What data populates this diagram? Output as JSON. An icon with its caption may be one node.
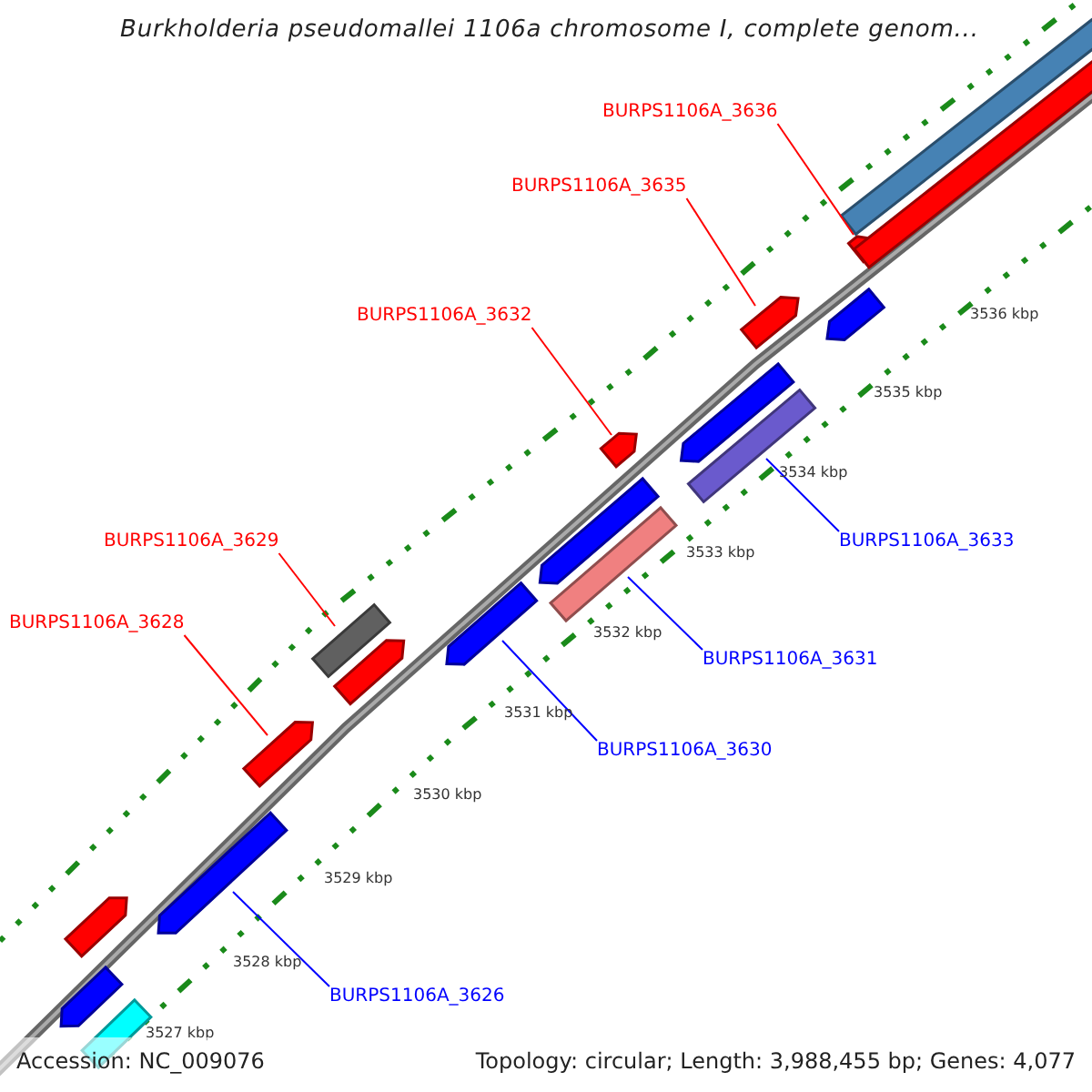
{
  "diagram": {
    "title": "Burkholderia pseudomallei 1106a chromosome I, complete genom...",
    "nodes": [
      {
        "text": [
          "BURPS1106A_3636"
        ]
      },
      {
        "text": [],
        "shape": "arrow"
      },
      {
        "text": [
          "BURPS1106A_3635"
        ]
      },
      {
        "text": [],
        "shape": "arrow"
      },
      {
        "text": [
          "BURPS1106A_3632"
        ]
      },
      {
        "text": [],
        "shape": "arrow"
      },
      {
        "text": [
          "BURPS1106A_3633"
        ]
      },
      {
        "text": [],
        "shape": "bar"
      },
      {
        "text": [
          "BURPS1106A_3629"
        ]
      },
      {
        "text": [],
        "shape": "bar"
      },
      {
        "text": [
          "BURPS1106A_3631"
        ]
      },
      {
        "text": [],
        "shape": "bar"
      },
      {
        "text": [
          "BURPS1106A_3628"
        ]
      },
      {
        "text": [],
        "shape": "arrow"
      },
      {
        "text": [
          "BURPS1106A_3630"
        ]
      },
      {
        "text": [],
        "shape": "arrow"
      },
      {
        "text": [
          "BURPS1106A_3626"
        ]
      },
      {
        "text": [],
        "shape": "arrow"
      },
      {
        "text": [],
        "shape": "bar"
      },
      {
        "text": [],
        "shape": "bar"
      },
      {
        "text": [],
        "shape": "arrow"
      },
      {
        "text": [],
        "shape": "arrow"
      },
      {
        "text": [],
        "shape": "arrow"
      },
      {
        "text": [],
        "shape": "arrow"
      },
      {
        "text": [],
        "shape": "arrow"
      },
      {
        "text": [],
        "shape": "arrow"
      },
      {
        "text": [],
        "shape": "bar"
      }
    ],
    "edges": [
      {
        "from": 0,
        "to": 1,
        "arrow": "none"
      },
      {
        "from": 2,
        "to": 3,
        "arrow": "none"
      },
      {
        "from": 4,
        "to": 5,
        "arrow": "none"
      },
      {
        "from": 6,
        "to": 7,
        "arrow": "none",
        "color": "#0000ff"
      },
      {
        "from": 8,
        "to": 9,
        "arrow": "none"
      },
      {
        "from": 10,
        "to": 11,
        "arrow": "none",
        "color": "#0000ff"
      },
      {
        "from": 12,
        "to": 13,
        "arrow": "none"
      },
      {
        "from": 14,
        "to": 15,
        "arrow": "none",
        "color": "#0000ff"
      },
      {
        "from": 16,
        "to": 17,
        "arrow": "none",
        "color": "#0000ff"
      }
    ],
    "labels": [
      "3536 kbp",
      "3535 kbp",
      "3534 kbp",
      "3533 kbp",
      "3532 kbp",
      "3531 kbp",
      "3530 kbp",
      "3529 kbp",
      "3528 kbp",
      "3527 kbp",
      "Accession: NC_009076",
      "Topology: circular; Length: 3,988,455 bp; Genes: 4,077"
    ]
  }
}
